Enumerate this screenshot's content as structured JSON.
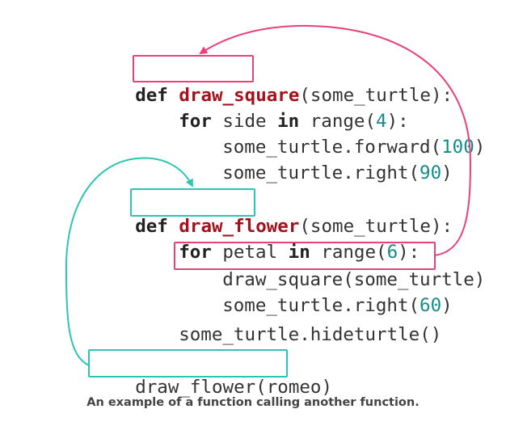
{
  "code": {
    "line1": {
      "kw_def": "def",
      "fn_name": "draw_square",
      "rest": "(some_turtle):"
    },
    "line2": {
      "kw_for": "for",
      "mid": " side ",
      "kw_in": "in",
      "pre_num": " range(",
      "num": "4",
      "post_num": "):"
    },
    "line3": {
      "pre_num": "some_turtle.forward(",
      "num": "100",
      "post_num": ")"
    },
    "line4": {
      "pre_num": "some_turtle.right(",
      "num": "90",
      "post_num": ")"
    },
    "line5": {
      "kw_def": "def",
      "fn_name": "draw_flower",
      "rest": "(some_turtle):"
    },
    "line6": {
      "kw_for": "for",
      "mid": " petal ",
      "kw_in": "in",
      "pre_num": " range(",
      "num": "6",
      "post_num": "):"
    },
    "line7": {
      "text": "draw_square(some_turtle)"
    },
    "line8": {
      "pre_num": "some_turtle.right(",
      "num": "60",
      "post_num": ")"
    },
    "line9": {
      "text": "some_turtle.hideturtle()"
    },
    "line10": {
      "text": "draw_flower(romeo)"
    }
  },
  "caption": "An example of a function calling another function.",
  "colors": {
    "pink": "#e8407a",
    "teal": "#2cc5b5",
    "function_name": "#a3111b",
    "number": "#138c8c"
  }
}
